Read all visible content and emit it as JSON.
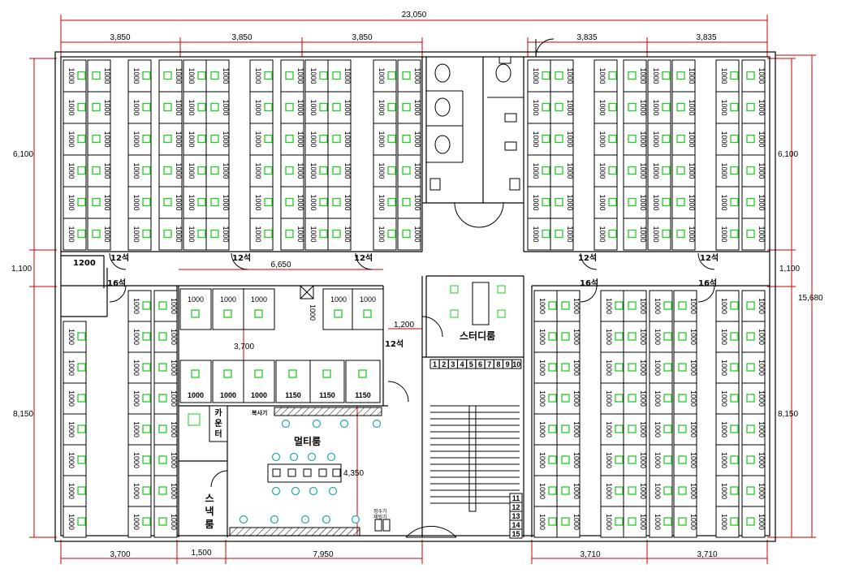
{
  "dimensions": {
    "total_width": "23,050",
    "top": [
      "3,850",
      "3,850",
      "3,850",
      "3,835",
      "3,835"
    ],
    "bottom": [
      "3,700",
      "1,500",
      "7,950",
      "3,710",
      "3,710"
    ],
    "left": [
      "6,100",
      "1,100",
      "8,150"
    ],
    "right": [
      "6,100",
      "1,100",
      "8,150"
    ],
    "total_height": "15,680",
    "multi_width": "6,650",
    "multi_height": "3,700",
    "room_height": "4,350",
    "corridor": "1,200"
  },
  "booth_label": "1000",
  "labels": {
    "seats12": "12석",
    "seats16": "16석",
    "box1200": "1200",
    "study_room": "스터디룸",
    "multi_room": "멀티룸",
    "counter": "카운터",
    "snack_room": "스낵룸",
    "copier": "복사기",
    "water_purifier": "정수기",
    "ice_maker": "제빙기"
  },
  "center_room_top": [
    "1000",
    "1000",
    "1000",
    "1000",
    "1000"
  ],
  "center_room_bottom": [
    "1000",
    "1000",
    "1000",
    "1150",
    "1150",
    "1150"
  ],
  "stair_numbers_top": [
    "1",
    "2",
    "3",
    "4",
    "5",
    "6",
    "7",
    "8",
    "9",
    "10"
  ],
  "stair_numbers_side": [
    "11",
    "12",
    "13",
    "14",
    "15"
  ],
  "colors": {
    "line": "#000000",
    "dim_line": "#cc0000",
    "seat_icon": "#22cc22"
  }
}
